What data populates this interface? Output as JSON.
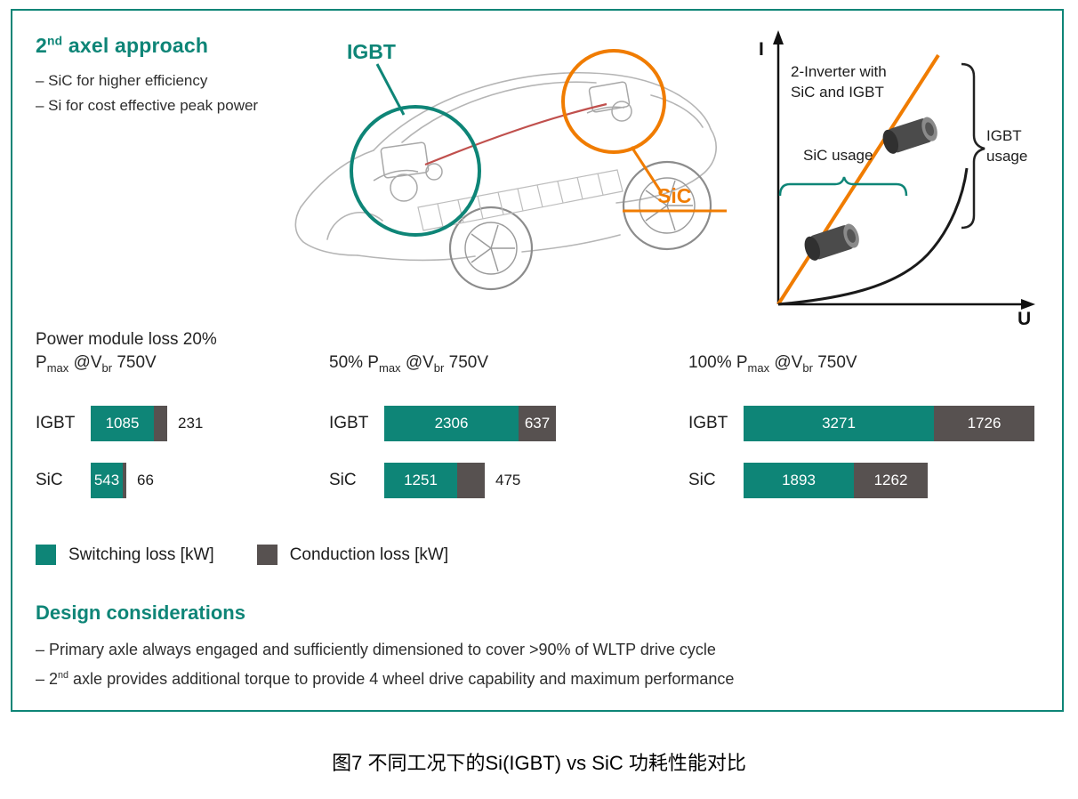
{
  "colors": {
    "teal": "#0E8577",
    "orange": "#F07C00",
    "gray": "#575150"
  },
  "approach": {
    "title_pre": "2",
    "title_sup": "nd",
    "title_post": " axel approach",
    "bullets": [
      "– SiC for higher efficiency",
      "– Si for cost effective peak power"
    ]
  },
  "car": {
    "igbt_label": "IGBT",
    "sic_label": "SiC"
  },
  "graph": {
    "y_axis_label": "I",
    "x_axis_label": "U",
    "annotation": "2-Inverter with SiC and IGBT",
    "sic_usage_label": "SiC usage",
    "igbt_usage_label": "IGBT usage"
  },
  "chart_data": {
    "type": "bar",
    "orientation": "horizontal",
    "stacked": true,
    "unit": "kW",
    "series_names": [
      "Switching loss [kW]",
      "Conduction loss [kW]"
    ],
    "groups": [
      {
        "condition": "Power module loss 20% Pmax @Vbr 750V",
        "title_lines": [
          [
            [
              "t",
              "Power module loss 20%"
            ]
          ],
          [
            [
              "t",
              "P"
            ],
            [
              "s",
              "max"
            ],
            [
              "t",
              " @V"
            ],
            [
              "s",
              "br"
            ],
            [
              "t",
              " 750V"
            ]
          ]
        ],
        "rows": [
          {
            "label": "IGBT",
            "switching_kw": 1085,
            "conduction_kw": 231
          },
          {
            "label": "SiC",
            "switching_kw": 543,
            "conduction_kw": 66
          }
        ]
      },
      {
        "condition": "50% Pmax @Vbr 750V",
        "title_lines": [
          [
            [
              "t",
              "50% P"
            ],
            [
              "s",
              "max"
            ],
            [
              "t",
              " @V"
            ],
            [
              "s",
              "br"
            ],
            [
              "t",
              " 750V"
            ]
          ]
        ],
        "rows": [
          {
            "label": "IGBT",
            "switching_kw": 2306,
            "conduction_kw": 637
          },
          {
            "label": "SiC",
            "switching_kw": 1251,
            "conduction_kw": 475
          }
        ]
      },
      {
        "condition": "100% Pmax @Vbr 750V",
        "title_lines": [
          [
            [
              "t",
              "100% P"
            ],
            [
              "s",
              "max"
            ],
            [
              "t",
              " @V"
            ],
            [
              "s",
              "br"
            ],
            [
              "t",
              " 750V"
            ]
          ]
        ],
        "rows": [
          {
            "label": "IGBT",
            "switching_kw": 3271,
            "conduction_kw": 1726
          },
          {
            "label": "SiC",
            "switching_kw": 1893,
            "conduction_kw": 1262
          }
        ]
      }
    ]
  },
  "legend": {
    "switching": "Switching loss [kW]",
    "conduction": "Conduction loss [kW]"
  },
  "design": {
    "title": "Design considerations",
    "bullet1": "– Primary axle always engaged and sufficiently dimensioned to cover >90% of WLTP drive cycle",
    "bullet2_pre": "– 2",
    "bullet2_sup": "nd",
    "bullet2_post": " axle provides additional torque to provide 4 wheel drive capability and maximum performance"
  },
  "caption": "图7 不同工况下的Si(IGBT) vs SiC 功耗性能对比"
}
